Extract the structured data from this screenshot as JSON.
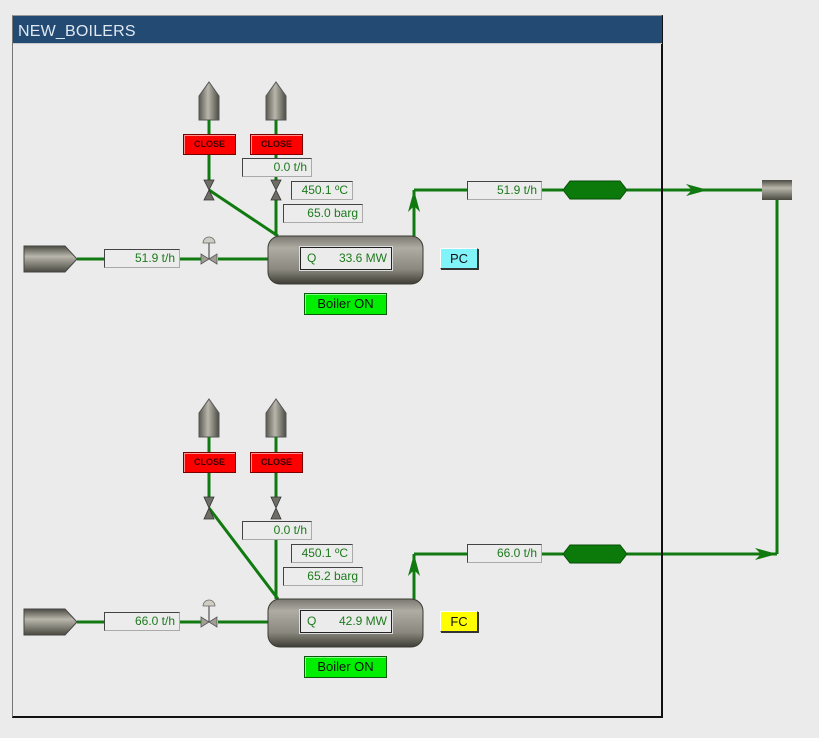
{
  "window": {
    "title": "NEW_BOILERS"
  },
  "colors": {
    "title_bar": "#234a73",
    "pipe": "#107a10",
    "close_button": "#ff0000",
    "status_on": "#00ee00",
    "pc_mode": "#80f4f8",
    "fc_mode": "#ffff00",
    "value_text": "#1d7a1d"
  },
  "boilers": [
    {
      "id": "boiler-1",
      "fuel_valves": [
        {
          "label": "CLOSE"
        },
        {
          "label": "CLOSE"
        }
      ],
      "aux_flow": "0.0 t/h",
      "temperature": "450.1 ºC",
      "pressure": "65.0 barg",
      "inlet_flow": "51.9 t/h",
      "heat_label": "Q",
      "heat_value": "33.6 MW",
      "mode": "PC",
      "status": "Boiler ON",
      "outlet_flow": "51.9 t/h"
    },
    {
      "id": "boiler-2",
      "fuel_valves": [
        {
          "label": "CLOSE"
        },
        {
          "label": "CLOSE"
        }
      ],
      "aux_flow": "0.0 t/h",
      "temperature": "450.1 ºC",
      "pressure": "65.2 barg",
      "inlet_flow": "66.0 t/h",
      "heat_label": "Q",
      "heat_value": "42.9 MW",
      "mode": "FC",
      "status": "Boiler ON",
      "outlet_flow": "66.0 t/h"
    }
  ]
}
